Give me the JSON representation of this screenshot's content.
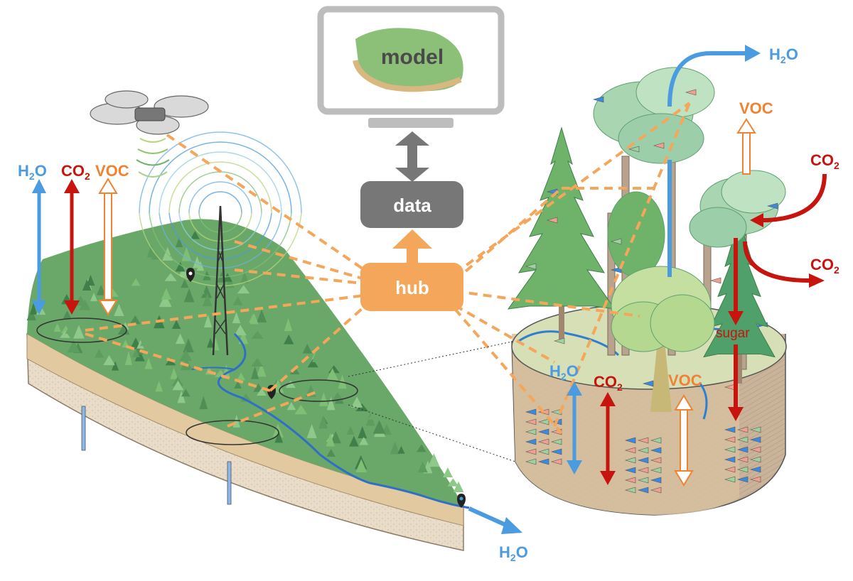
{
  "nodes": {
    "model": "model",
    "data": "data",
    "hub": "hub"
  },
  "labels": {
    "h2o_left_top": "H",
    "h2o_sub": "2",
    "h2o_o": "O",
    "co2_c": "CO",
    "co2_sub": "2",
    "voc": "VOC",
    "sugar": "sugar"
  },
  "colors": {
    "water": "#4a9be0",
    "carbon": "#c8140f",
    "voc": "#f08232",
    "hub": "#f4a65a",
    "data": "#777777",
    "link": "#f4a65a"
  },
  "icons": [
    "drone-icon",
    "flux-tower-icon",
    "monitor-icon",
    "sensor-icon",
    "location-pin-icon"
  ]
}
